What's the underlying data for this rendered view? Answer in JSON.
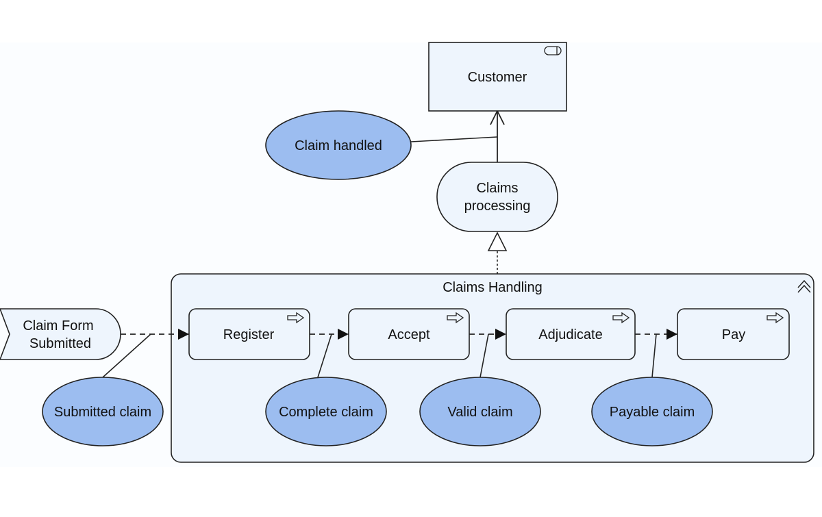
{
  "diagram": {
    "actor": {
      "label": "Customer"
    },
    "service": {
      "label_line1": "Claims",
      "label_line2": "processing"
    },
    "handled_object": {
      "label": "Claim handled"
    },
    "process_group": {
      "label": "Claims Handling"
    },
    "event": {
      "label_line1": "Claim Form",
      "label_line2": "Submitted"
    },
    "steps": [
      {
        "label": "Register"
      },
      {
        "label": "Accept"
      },
      {
        "label": "Adjudicate"
      },
      {
        "label": "Pay"
      }
    ],
    "data_objects": [
      {
        "label": "Submitted claim"
      },
      {
        "label": "Complete claim"
      },
      {
        "label": "Valid claim"
      },
      {
        "label": "Payable claim"
      }
    ]
  },
  "colors": {
    "box_fill": "#eef5fd",
    "ellipse_fill": "#9cbdf0",
    "stroke": "#222222",
    "background": "#fbfdff"
  }
}
